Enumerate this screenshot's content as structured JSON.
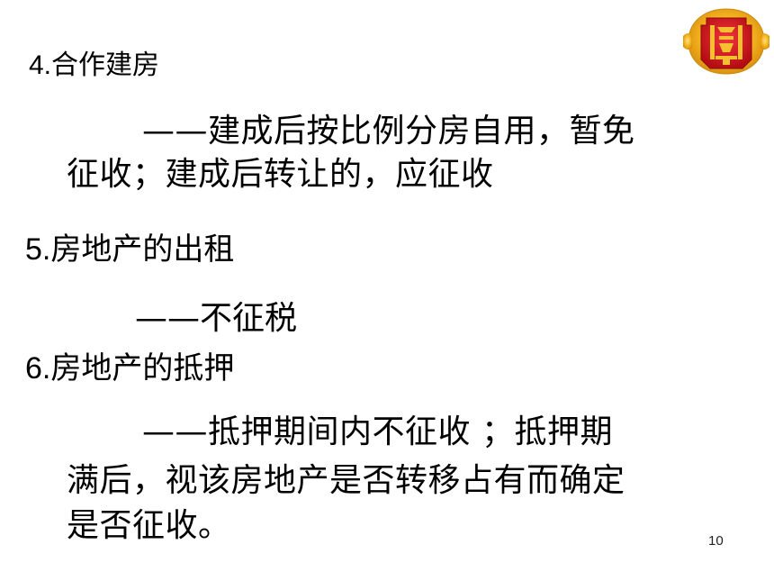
{
  "slide": {
    "item4": {
      "number": "4.",
      "title": "合作建房",
      "body_line1": "——建成后按比例分房自用，暂免",
      "body_line2": "征收；建成后转让的，应征收"
    },
    "item5": {
      "number": "5.",
      "title": "房地产的出租",
      "body_line1": "——不征税"
    },
    "item6": {
      "number": "6.",
      "title": "房地产的抵押",
      "body_line1": "——抵押期间内不征收 ；抵押期",
      "body_line2": "满后，视该房地产是否转移占有而确定",
      "body_line3": "是否征收。"
    },
    "page_number": "10"
  },
  "colors": {
    "logo_gold": "#f2b01e",
    "logo_red": "#d8141c",
    "text": "#000000"
  },
  "icons": {
    "logo": "tax-emblem-icon"
  }
}
